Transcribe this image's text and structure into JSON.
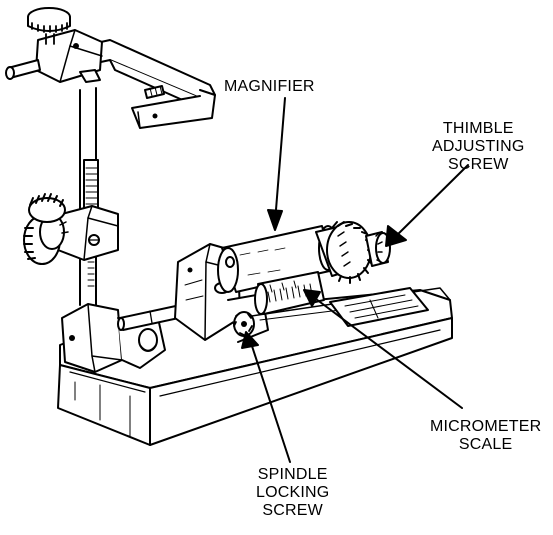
{
  "colors": {
    "ink": "#000000",
    "paper": "#ffffff"
  },
  "labels": {
    "magnifier": [
      "MAGNIFIER"
    ],
    "thimble_adjusting_screw": [
      "THIMBLE",
      "ADJUSTING",
      "SCREW"
    ],
    "micrometer_scale": [
      "MICROMETER",
      "SCALE"
    ],
    "spindle_locking_screw": [
      "SPINDLE",
      "LOCKING",
      "SCREW"
    ]
  }
}
